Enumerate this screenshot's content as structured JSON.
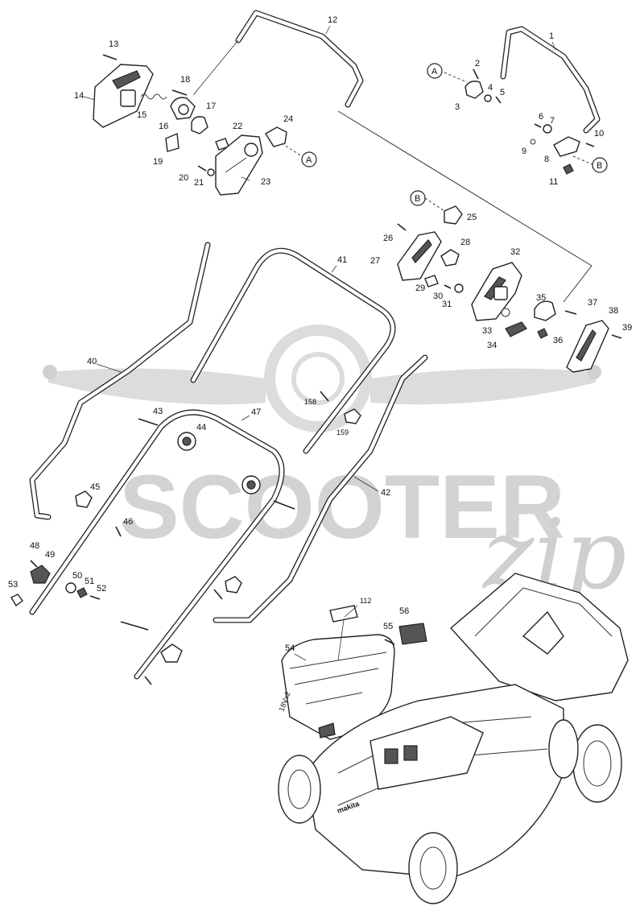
{
  "watermark": {
    "brand": "SCOOTER",
    "script": "zip"
  },
  "mower_badge": "makita",
  "battery_badge": "18Vx2",
  "callouts": [
    "1",
    "2",
    "3",
    "4",
    "5",
    "6",
    "7",
    "8",
    "9",
    "10",
    "11",
    "12",
    "13",
    "14",
    "15",
    "16",
    "17",
    "18",
    "19",
    "20",
    "21",
    "22",
    "23",
    "24",
    "25",
    "26",
    "27",
    "28",
    "29",
    "30",
    "31",
    "32",
    "33",
    "34",
    "35",
    "36",
    "37",
    "38",
    "39",
    "40",
    "41",
    "42",
    "43",
    "44",
    "45",
    "46",
    "47",
    "48",
    "49",
    "50",
    "51",
    "52",
    "53",
    "54",
    "55",
    "56",
    "112",
    "158",
    "159"
  ],
  "references": {
    "a": "A",
    "b": "B"
  }
}
